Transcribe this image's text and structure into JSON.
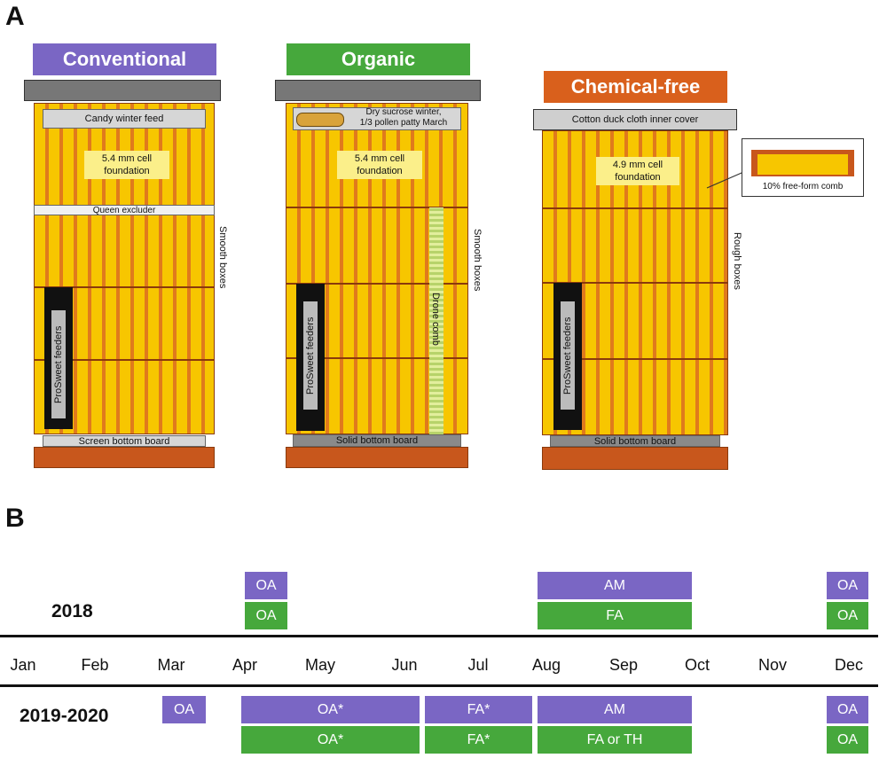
{
  "panels": {
    "a": "A",
    "b": "B"
  },
  "colors": {
    "conventional": "#7a66c4",
    "organic": "#46a83c",
    "chemical_free": "#d9601c",
    "comb_yellow": "#f7c600",
    "comb_orange": "#e07a1c"
  },
  "hives": {
    "conventional": {
      "title": "Conventional",
      "top_feed": "Candy winter feed",
      "foundation": "5.4 mm cell\nfoundation",
      "excluder": "Queen excluder",
      "side": "Smooth boxes",
      "feeders": "ProSweet feeders",
      "bottom": "Screen bottom board"
    },
    "organic": {
      "title": "Organic",
      "top_feed": "Dry sucrose winter,\n1/3 pollen patty March",
      "foundation": "5.4 mm cell\nfoundation",
      "drone": "Drone comb",
      "side": "Smooth boxes",
      "feeders": "ProSweet feeders",
      "bottom": "Solid bottom board"
    },
    "chemical_free": {
      "title": "Chemical-free",
      "inner_cover": "Cotton duck cloth inner cover",
      "foundation": "4.9 mm cell\nfoundation",
      "callout": "10% free-form comb",
      "side": "Rough boxes",
      "feeders": "ProSweet feeders",
      "bottom": "Solid bottom board"
    }
  },
  "timeline": {
    "year1": "2018",
    "year2": "2019-2020",
    "months": [
      "Jan",
      "Feb",
      "Mar",
      "Apr",
      "May",
      "Jun",
      "Jul",
      "Aug",
      "Sep",
      "Oct",
      "Nov",
      "Dec"
    ],
    "rows": {
      "y2018_purple": [
        {
          "label": "OA"
        },
        {
          "label": "AM"
        },
        {
          "label": "OA"
        }
      ],
      "y2018_green": [
        {
          "label": "OA"
        },
        {
          "label": "FA"
        },
        {
          "label": "OA"
        }
      ],
      "y2019_purple": [
        {
          "label": "OA"
        },
        {
          "label": "OA*"
        },
        {
          "label": "FA*"
        },
        {
          "label": "AM"
        },
        {
          "label": "OA"
        }
      ],
      "y2019_green": [
        {
          "label": "OA*"
        },
        {
          "label": "FA*"
        },
        {
          "label": "FA or TH"
        },
        {
          "label": "OA"
        }
      ]
    }
  }
}
